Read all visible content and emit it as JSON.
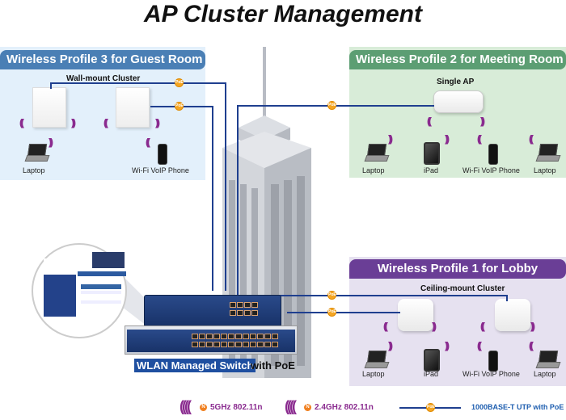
{
  "title": "AP Cluster Management",
  "profiles": {
    "guest": {
      "header": "Wireless Profile 3 for Guest Room",
      "cluster_label": "Wall-mount Cluster",
      "devices": [
        "Laptop",
        "Wi-Fi VoIP Phone"
      ]
    },
    "meeting": {
      "header": "Wireless Profile 2 for Meeting Room",
      "cluster_label": "Single AP",
      "devices": [
        "Laptop",
        "iPad",
        "Wi-Fi VoIP Phone",
        "Laptop"
      ]
    },
    "lobby": {
      "header": "Wireless Profile 1 for Lobby",
      "cluster_label": "Ceiling-mount Cluster",
      "devices": [
        "Laptop",
        "iPad",
        "Wi-Fi VoIP Phone",
        "Laptop"
      ]
    }
  },
  "switch_caption": {
    "highlight": "WLAN Managed Switch",
    "rest": "with PoE"
  },
  "poe_badge": "PoE",
  "legend": {
    "items": [
      {
        "label": "5GHz 802.11n",
        "badge": "N",
        "color": "#8a2b8f"
      },
      {
        "label": "2.4GHz 802.11n",
        "badge": "N",
        "color": "#8a2b8f"
      },
      {
        "label": "1000BASE-T UTP with PoE",
        "badge": "PoE",
        "color": "#1f5fb0"
      }
    ]
  },
  "colors": {
    "guest_header": "#4a7fb5",
    "meeting_header": "#5c9e73",
    "lobby_header": "#6a3e96",
    "wire": "#1f3f8f",
    "poe": "#f5a623",
    "wave": "#8a2b8f"
  }
}
